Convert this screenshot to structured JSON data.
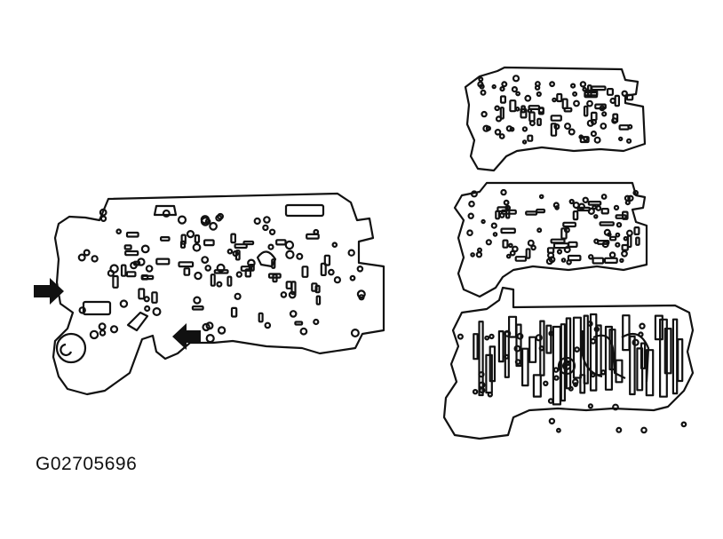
{
  "figure": {
    "id_label": "G02705696",
    "ink_color": "#111111",
    "paper_color": "#ffffff"
  },
  "parts": [
    {
      "name": "valve-body-separator-plate",
      "callout_icons": [
        "arrow-right-icon",
        "arrow-left-icon"
      ]
    },
    {
      "name": "upper-gasket"
    },
    {
      "name": "lower-gasket"
    },
    {
      "name": "valve-body-casting"
    }
  ]
}
